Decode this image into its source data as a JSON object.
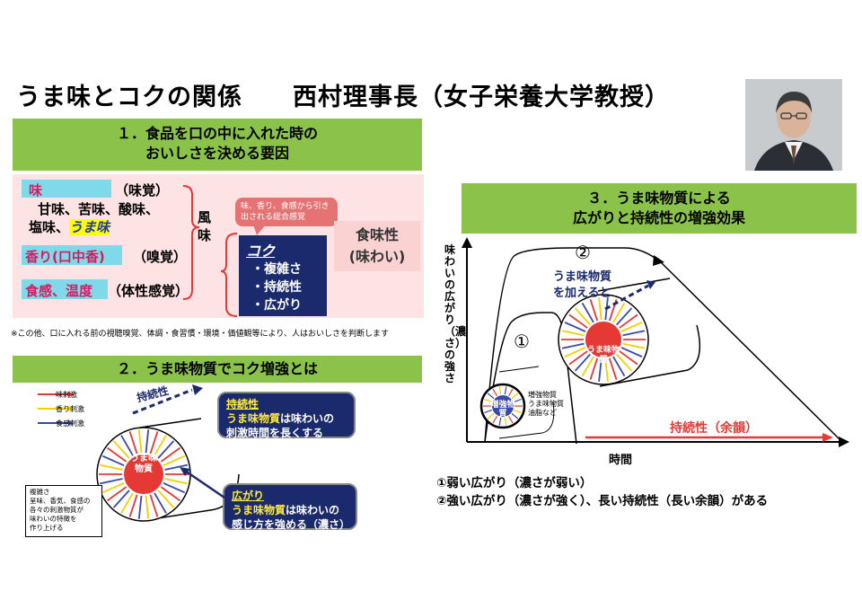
{
  "title": "うま味とコクの関係　　西村理事長（女子栄養大学教授）",
  "section1": {
    "heading_line1": "１．食品を口の中に入れた時の",
    "heading_line2": "おいしさを決める要因",
    "taste_label": "味",
    "taste_sense": "（味覚）",
    "taste_items_line1": "甘味、苦味、酸味、",
    "taste_items_line2_a": "塩味、",
    "taste_items_line2_b": "うま味",
    "aroma_label": "香り(口中香)",
    "aroma_sense": "（嗅覚）",
    "texture_label": "食感、温度",
    "texture_sense": "（体性感覚）",
    "fuumi": "風味",
    "callout": "味、香り、食感から引き出される総合感覚",
    "koku_title": "コク",
    "koku_items": [
      "・複雑さ",
      "・持続性",
      "・広がり"
    ],
    "shokumi_line1": "食味性",
    "shokumi_line2": "(味わい)",
    "note": "※この他、口に入れる前の視聴嗅覚、体調・食習慣・環境・価値観等により、人はおいしさを判断します"
  },
  "section2": {
    "heading": "２．うま味物質でコク増強とは",
    "legend": [
      "味刺激",
      "香り刺激",
      "食感刺激"
    ],
    "arrow_label": "持続性",
    "circle_label": "うま味物質",
    "box1_title": "持続性",
    "box1_highlight": "うま味物質",
    "box1_rest1": "は味わいの",
    "box1_rest2": "刺激時間を長くする",
    "box2_title": "広がり",
    "box2_highlight": "うま味物質",
    "box2_rest1": "は味わいの",
    "box2_rest2": "感じ方を強める（濃さ）",
    "note_line1": "複雑さ",
    "note_line2": "呈味、香気、食感の",
    "note_line3": "各々の刺激物質が",
    "note_line4": "味わいの特徴を",
    "note_line5": "作り上げる"
  },
  "section3": {
    "heading_line1": "３．うま味物質による",
    "heading_line2": "広がりと持続性の増強効果",
    "ylabel": "味わいの広がり（濃さ）の強さ",
    "xlabel": "時間",
    "marker1": "①",
    "marker2": "②",
    "add_label_line1": "うま味物質",
    "add_label_line2": "を加えると",
    "small_circle": "増強物質",
    "big_circle": "うま味物質",
    "small_note_line1": "増強物質",
    "small_note_line2": "うま味物質",
    "small_note_line3": "油脂など",
    "persistence_label": "持続性（余韻）",
    "result1": "①弱い広がり（濃さが弱い）",
    "result2": "②強い広がり（濃さが強く）、長い持続性（長い余韻）がある"
  },
  "colors": {
    "green": "#8bc34a",
    "pink": "#fde3e3",
    "cyan": "#7fd9e8",
    "navy": "#1a2a6c",
    "red": "#e53935",
    "yellow": "#f5d000",
    "blue": "#3949ab"
  }
}
